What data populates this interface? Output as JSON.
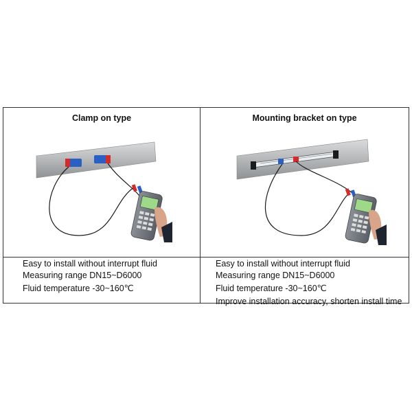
{
  "table": {
    "columns": [
      {
        "header": "Clamp on type",
        "features": [
          "Easy to install without interrupt fluid",
          "Measuring range DN15~D6000",
          "Fluid temperature -30~160℃"
        ]
      },
      {
        "header": "Mounting bracket on type",
        "features": [
          "Easy to install without interrupt fluid",
          "Measuring range DN15~D6000",
          "Fluid temperature -30~160℃",
          "Improve installation accuracy, shorten install time"
        ]
      }
    ]
  },
  "colors": {
    "pipe": "#b9bbbd",
    "sensor_blue": "#2a5fc4",
    "sensor_red": "#d42a2a",
    "device_body": "#6f747a",
    "device_screen": "#9ed98a",
    "cable": "#1a1a1a"
  }
}
